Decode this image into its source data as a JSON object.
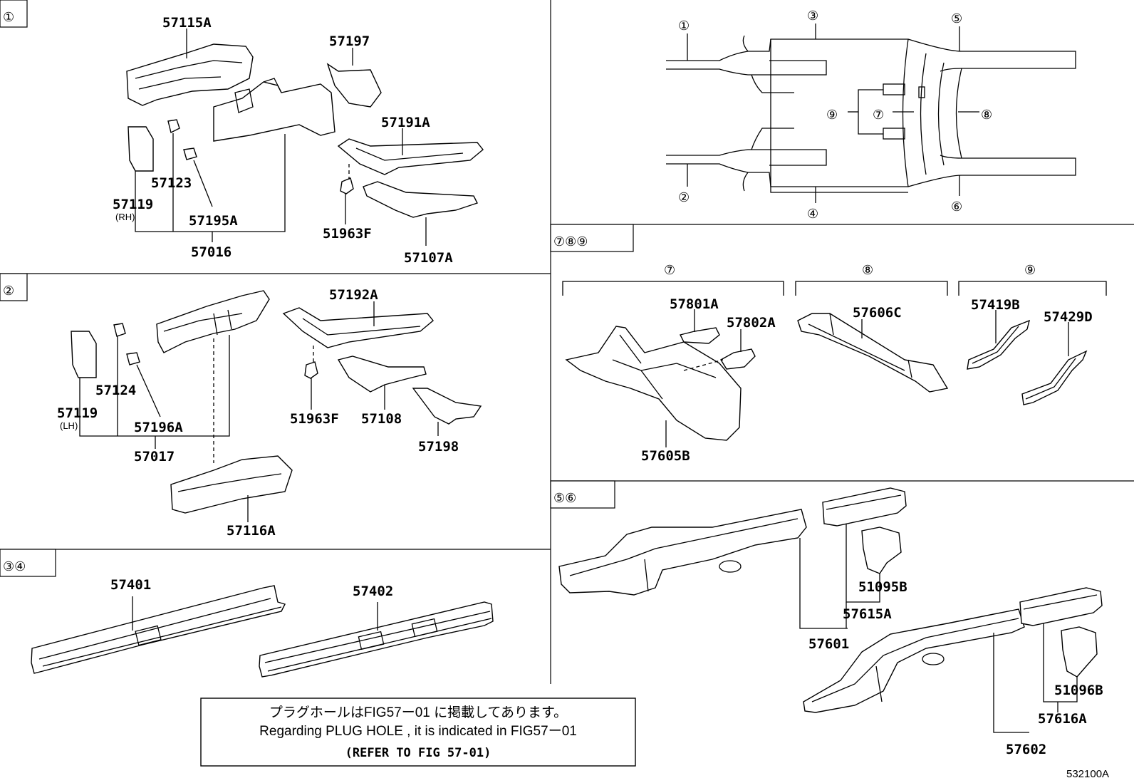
{
  "sections": {
    "s1": "①",
    "s2": "②",
    "s34": "③④",
    "s789": "⑦⑧⑨",
    "s56": "⑤⑥"
  },
  "overview_markers": [
    "①",
    "②",
    "③",
    "④",
    "⑤",
    "⑥",
    "⑦",
    "⑧",
    "⑨"
  ],
  "group_markers": [
    "⑦",
    "⑧",
    "⑨"
  ],
  "parts": {
    "p57115A": "57115A",
    "p57197": "57197",
    "p57191A": "57191A",
    "p57123": "57123",
    "p57119rh": "57119",
    "rh": "(RH)",
    "p57195A": "57195A",
    "p57016": "57016",
    "p51963F_1": "51963F",
    "p57107A": "57107A",
    "p57192A": "57192A",
    "p57124": "57124",
    "p57119lh": "57119",
    "lh": "(LH)",
    "p57196A": "57196A",
    "p57017": "57017",
    "p51963F_2": "51963F",
    "p57108": "57108",
    "p57198": "57198",
    "p57116A": "57116A",
    "p57401": "57401",
    "p57402": "57402",
    "p57801A": "57801A",
    "p57802A": "57802A",
    "p57606C": "57606C",
    "p57419B": "57419B",
    "p57429D": "57429D",
    "p57605B": "57605B",
    "p51095B": "51095B",
    "p57615A": "57615A",
    "p57601": "57601",
    "p51096B": "51096B",
    "p57616A": "57616A",
    "p57602": "57602"
  },
  "note": {
    "line1": "プラグホールはFIG57ー01 に掲載してあります。",
    "line2": "Regarding  PLUG  HOLE  , it  is  indicated  in  FIG57ー01",
    "line3": "(REFER TO FIG 57-01)"
  },
  "figure_ref": "532100A"
}
